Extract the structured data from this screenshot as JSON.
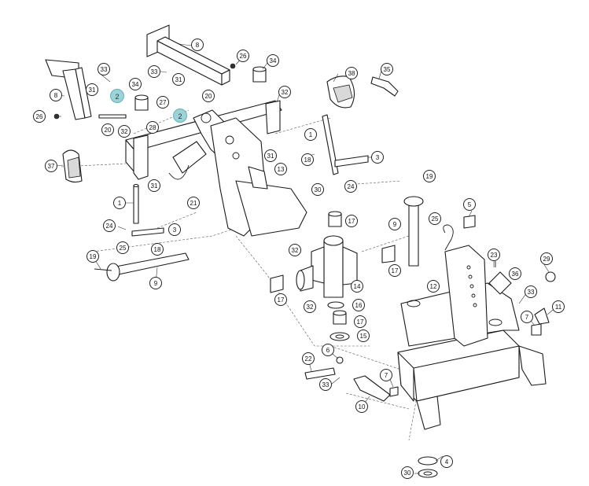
{
  "highlight_color": "#9fd2d6",
  "callouts": [
    {
      "id": "c-8a",
      "label": "8"
    },
    {
      "id": "c-26a",
      "label": "26"
    },
    {
      "id": "c-34a",
      "label": "34"
    },
    {
      "id": "c-33a",
      "label": "33"
    },
    {
      "id": "c-33b",
      "label": "33"
    },
    {
      "id": "c-31a",
      "label": "31"
    },
    {
      "id": "c-20a",
      "label": "20"
    },
    {
      "id": "c-38",
      "label": "38"
    },
    {
      "id": "c-35",
      "label": "35"
    },
    {
      "id": "c-8b",
      "label": "8"
    },
    {
      "id": "c-31b",
      "label": "31"
    },
    {
      "id": "c-2a",
      "label": "2",
      "highlight": true
    },
    {
      "id": "c-34b",
      "label": "34"
    },
    {
      "id": "c-27",
      "label": "27"
    },
    {
      "id": "c-2b",
      "label": "2",
      "highlight": true
    },
    {
      "id": "c-32a",
      "label": "32"
    },
    {
      "id": "c-26b",
      "label": "26"
    },
    {
      "id": "c-20b",
      "label": "20"
    },
    {
      "id": "c-28",
      "label": "28"
    },
    {
      "id": "c-32b",
      "label": "32"
    },
    {
      "id": "c-1a",
      "label": "1"
    },
    {
      "id": "c-37",
      "label": "37"
    },
    {
      "id": "c-31c",
      "label": "31"
    },
    {
      "id": "c-18a",
      "label": "18"
    },
    {
      "id": "c-3a",
      "label": "3"
    },
    {
      "id": "c-13",
      "label": "13"
    },
    {
      "id": "c-31d",
      "label": "31"
    },
    {
      "id": "c-24a",
      "label": "24"
    },
    {
      "id": "c-19a",
      "label": "19"
    },
    {
      "id": "c-30a",
      "label": "30"
    },
    {
      "id": "c-21",
      "label": "21"
    },
    {
      "id": "c-1b",
      "label": "1"
    },
    {
      "id": "c-17a",
      "label": "17"
    },
    {
      "id": "c-9a",
      "label": "9"
    },
    {
      "id": "c-25a",
      "label": "25"
    },
    {
      "id": "c-5",
      "label": "5"
    },
    {
      "id": "c-24b",
      "label": "24"
    },
    {
      "id": "c-3b",
      "label": "3"
    },
    {
      "id": "c-25b",
      "label": "25"
    },
    {
      "id": "c-18b",
      "label": "18"
    },
    {
      "id": "c-32c",
      "label": "32"
    },
    {
      "id": "c-19b",
      "label": "19"
    },
    {
      "id": "c-23",
      "label": "23"
    },
    {
      "id": "c-29",
      "label": "29"
    },
    {
      "id": "c-17b",
      "label": "17"
    },
    {
      "id": "c-36",
      "label": "36"
    },
    {
      "id": "c-9b",
      "label": "9"
    },
    {
      "id": "c-14",
      "label": "14"
    },
    {
      "id": "c-12",
      "label": "12"
    },
    {
      "id": "c-33c",
      "label": "33"
    },
    {
      "id": "c-17c",
      "label": "17"
    },
    {
      "id": "c-32d",
      "label": "32"
    },
    {
      "id": "c-16",
      "label": "16"
    },
    {
      "id": "c-11",
      "label": "11"
    },
    {
      "id": "c-7a",
      "label": "7"
    },
    {
      "id": "c-17d",
      "label": "17"
    },
    {
      "id": "c-15",
      "label": "15"
    },
    {
      "id": "c-6",
      "label": "6"
    },
    {
      "id": "c-22",
      "label": "22"
    },
    {
      "id": "c-7b",
      "label": "7"
    },
    {
      "id": "c-33d",
      "label": "33"
    },
    {
      "id": "c-10",
      "label": "10"
    },
    {
      "id": "c-4",
      "label": "4"
    },
    {
      "id": "c-30b",
      "label": "30"
    }
  ]
}
